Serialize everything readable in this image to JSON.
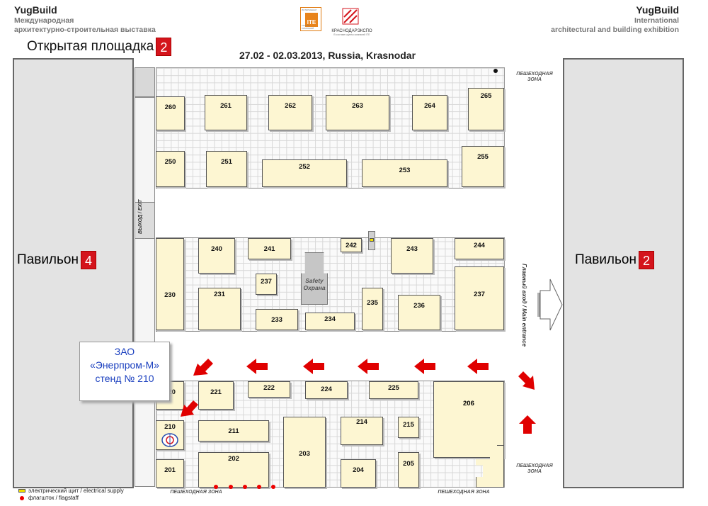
{
  "header": {
    "left_brand": "YugBuild",
    "left_sub_1": "Международная",
    "left_sub_2": "архитектурно-строительная выставка",
    "right_brand": "YugBuild",
    "right_sub_1": "International",
    "right_sub_2": "architectural and building exhibition",
    "hall_title": "Открытая площадка",
    "hall_number": "2",
    "dates": "27.02 - 02.03.2013, Russia, Krasnodar",
    "logo_ite": "ITE",
    "logo_ite_small_top": "ИНТЕРНЕШНЛ",
    "logo_ite_small_bottom": "ГРУППА КОМПАНИЙ",
    "logo_krasnodar": "КРАСНОДАРЭКСПО",
    "logo_krasnodar_sub": "В составе группы компаний ITE"
  },
  "pavilions": {
    "left_label": "Павильон",
    "left_number": "4",
    "right_label": "Павильон",
    "right_number": "2"
  },
  "booths": [
    "260",
    "261",
    "262",
    "263",
    "264",
    "265",
    "250",
    "251",
    "252",
    "253",
    "255",
    "240",
    "241",
    "242",
    "243",
    "244",
    "230",
    "231",
    "237",
    "233",
    "234",
    "235",
    "236",
    "237",
    "220",
    "221",
    "222",
    "224",
    "225",
    "206",
    "210",
    "211",
    "214",
    "215",
    "203",
    "202",
    "204",
    "205",
    "201"
  ],
  "labels": {
    "exit": "ВЫХОД / EXIT",
    "safety_1": "Safety",
    "safety_2": "Охрана",
    "main_entrance": "Главный вход / Main entrance",
    "pedestrian_zone": "ПЕШЕХОДНАЯ ЗОНА",
    "pedestrian_1": "ПЕШЕХОДНАЯ",
    "pedestrian_2": "ЗОНА"
  },
  "callout": {
    "line1": "ЗАО",
    "line2": "«Энерпром-М»",
    "line3": "стенд № 210"
  },
  "legend": {
    "electrical": "электрический щит / electrical supply",
    "flagstaff": "флагшток / flagstaff"
  },
  "colors": {
    "booth_fill": "#fdf6d2",
    "arrow_red": "#e00000",
    "badge_red": "#d4141c",
    "callout_text": "#1a3fbf"
  }
}
